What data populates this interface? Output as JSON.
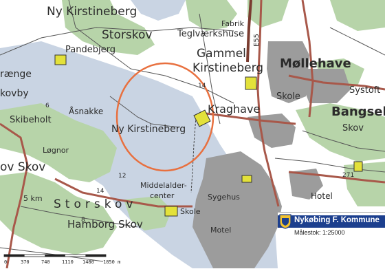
{
  "map": {
    "labels": {
      "ny_kirstineberg_top": "Ny Kirstineberg",
      "storskov_top": "Storskov",
      "pandebjerg": "Pandebjerg",
      "fabrik": "Fabrik",
      "teglvaerkshuse": "Teglværkshuse",
      "e55": "E55",
      "gammel": "Gammel",
      "kirstineberg": "Kirstineberg",
      "mollehave": "Møllehave",
      "systofte": "Systoft",
      "raenge": "rænge",
      "kovby": "kovby",
      "asnakke": "Åsnakke",
      "skole_east": "Skole",
      "bangseb": "Bangseb",
      "skov_east": "Skov",
      "kraghave": "Kraghave",
      "skibeholt": "Skibeholt",
      "ny_kirstineberg_center": "Ny Kirstineberg",
      "lognor": "Løgnor",
      "ov_skov": "ov Skov",
      "km5": "5 km",
      "middelalder": "Middelalder-",
      "center": "center",
      "sygehus": "Sygehus",
      "hotel": "Hotel",
      "storskov_big": "Storskov",
      "skole_south": "Skole",
      "hamborg_skov": "Hamborg Skov",
      "motel": "Motel",
      "num_14": "14",
      "num_12": "12",
      "num_6": "6",
      "num_8": "8",
      "num_271": "271",
      "road_14": "14"
    },
    "scale_bar": {
      "ticks": [
        "0",
        "370",
        "740",
        "1110",
        "1480",
        "1850 m"
      ]
    },
    "colors": {
      "water": "#c9d4e3",
      "forest": "#b7d4a9",
      "urban": "#9c9c9c",
      "road": "#a8584a",
      "circle": "#e8703f",
      "marker": "#e3e13a"
    }
  },
  "legend": {
    "title": "Nykøbing F. Kommune",
    "scale": "Målestok: 1:25000"
  }
}
